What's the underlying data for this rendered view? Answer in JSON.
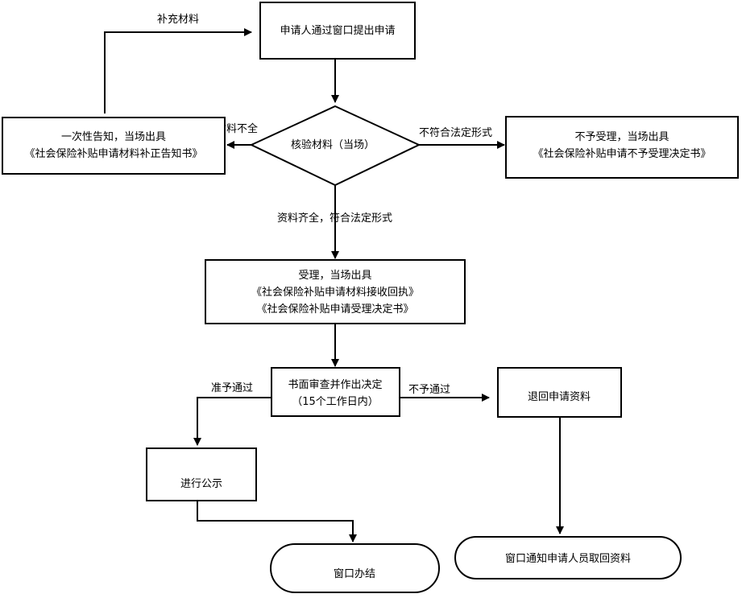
{
  "nodes": {
    "apply": "申请人通过窗口提出申请",
    "verify": "核验材料（当场）",
    "notice_line1": "一次性告知，当场出具",
    "notice_line2": "《社会保险补贴申请材料补正告知书》",
    "reject_line1": "不予受理，当场出具",
    "reject_line2": "《社会保险补贴申请不予受理决定书》",
    "accept_line1": "受理，当场出具",
    "accept_line2": "《社会保险补贴申请材料接收回执》",
    "accept_line3": "《社会保险补贴申请受理决定书》",
    "review_line1": "书面审查并作出决定",
    "review_line2": "（15个工作日内）",
    "return": "退回申请资料",
    "publicity": "进行公示",
    "complete": "窗口办结",
    "pickup": "窗口通知申请人员取回资料"
  },
  "edges": {
    "supplement": "补充材料",
    "incomplete": "材料不全",
    "nonconforming": "不符合法定形式",
    "conforming": "资料齐全，符合法定形式",
    "approved": "准予通过",
    "denied": "不予通过"
  }
}
